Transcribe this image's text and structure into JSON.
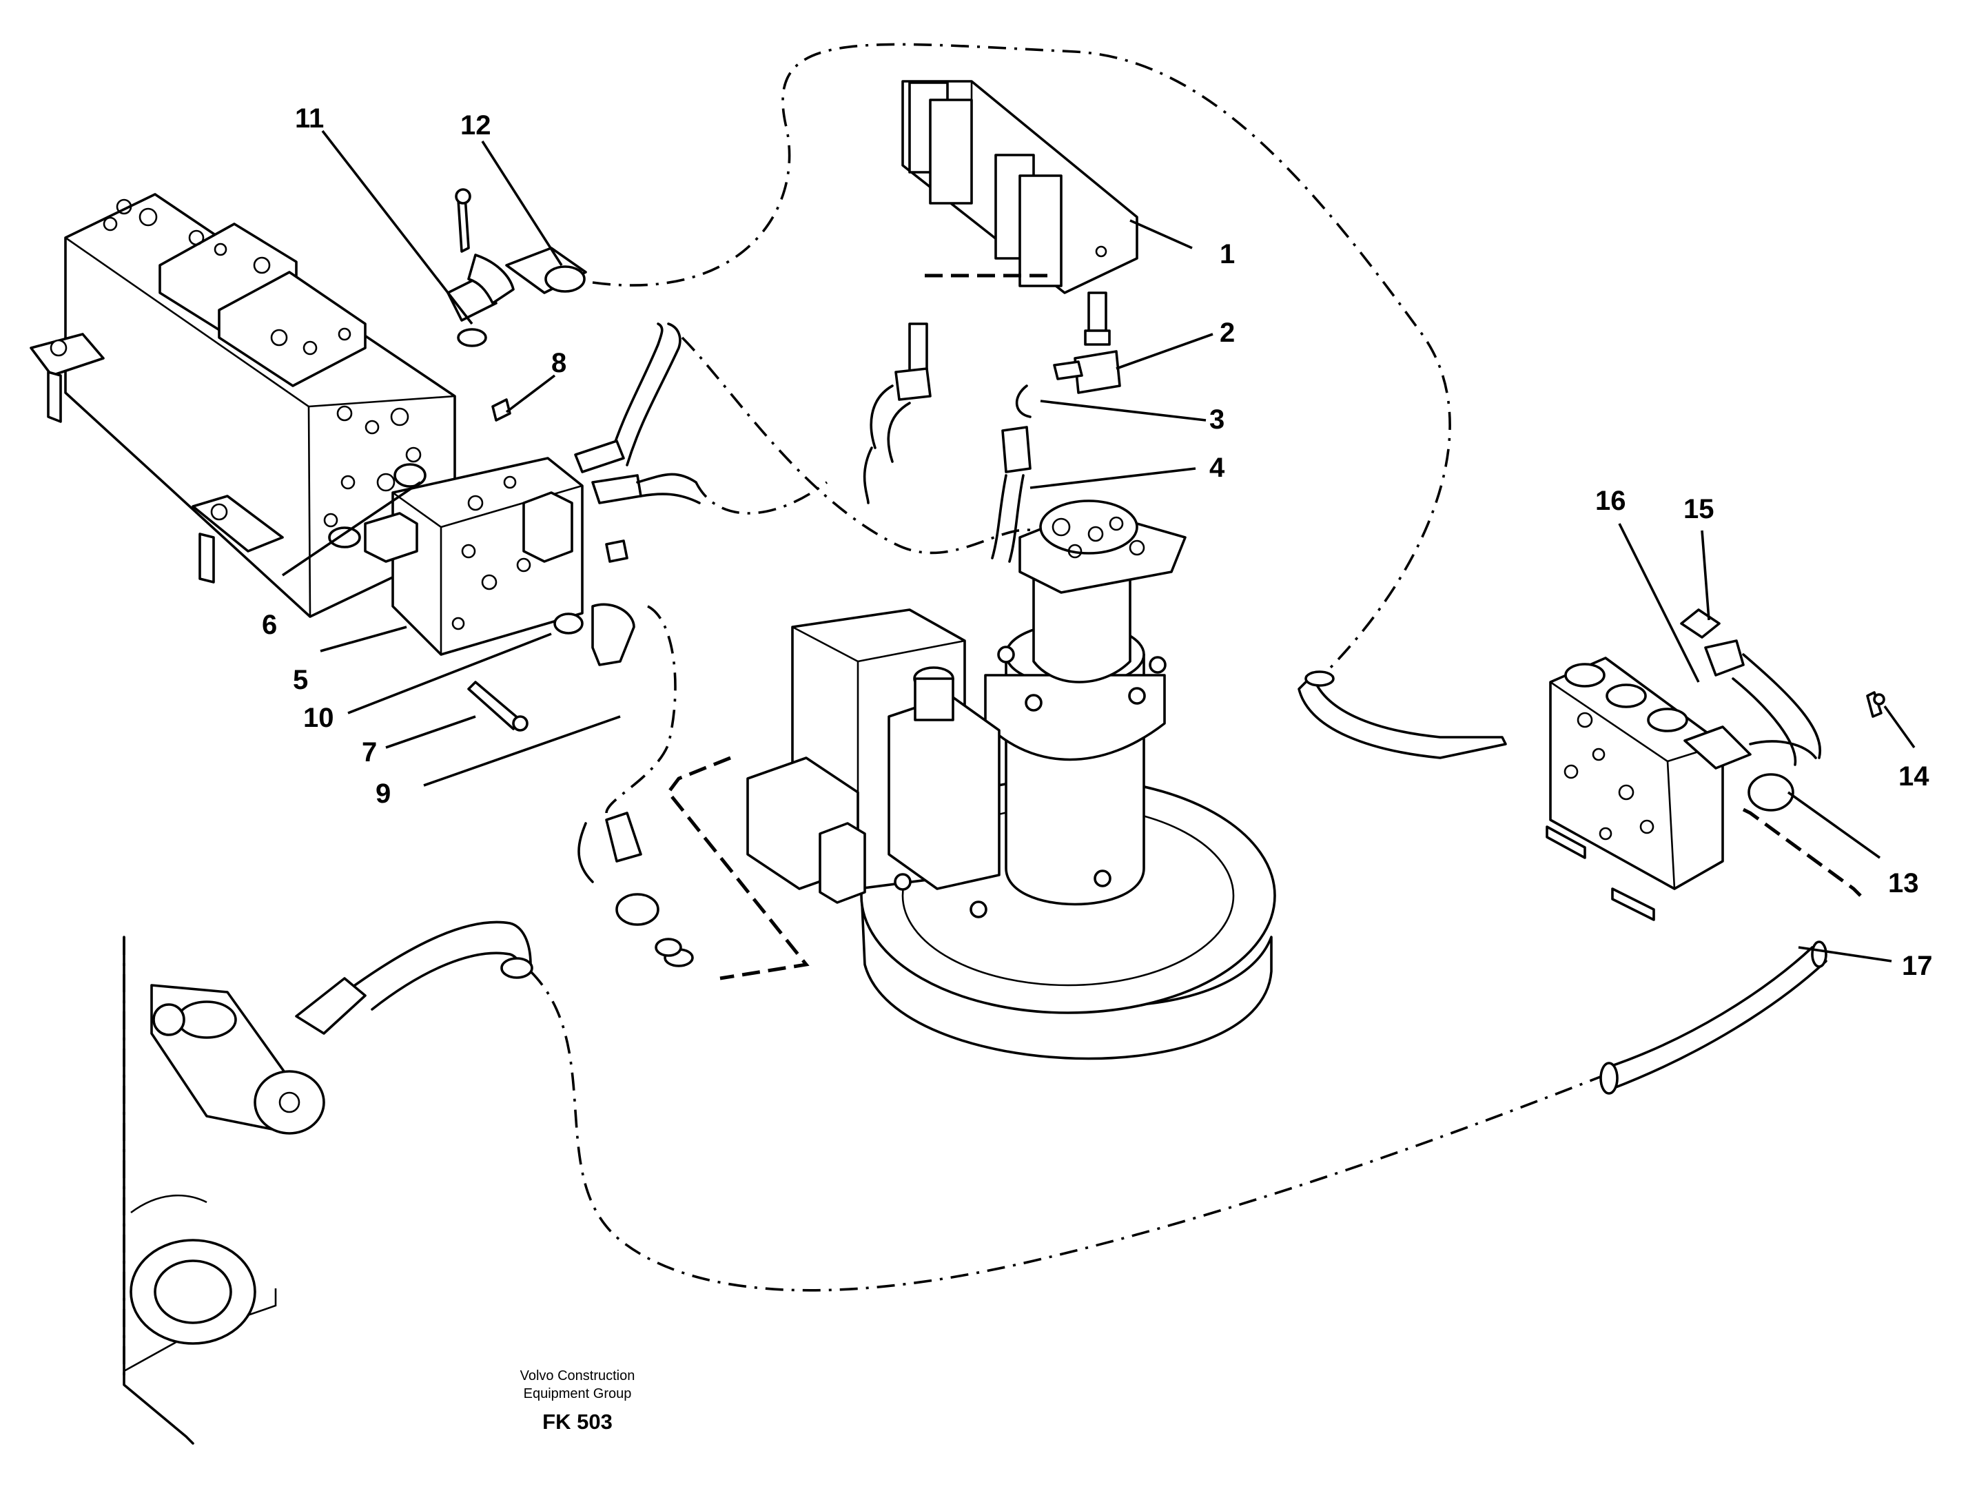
{
  "callouts": [
    {
      "number": "1"
    },
    {
      "number": "2"
    },
    {
      "number": "3"
    },
    {
      "number": "4"
    },
    {
      "number": "5"
    },
    {
      "number": "6"
    },
    {
      "number": "7"
    },
    {
      "number": "8"
    },
    {
      "number": "9"
    },
    {
      "number": "10"
    },
    {
      "number": "11"
    },
    {
      "number": "12"
    },
    {
      "number": "13"
    },
    {
      "number": "14"
    },
    {
      "number": "15"
    },
    {
      "number": "16"
    },
    {
      "number": "17"
    }
  ],
  "footer": {
    "company_line1": "Volvo Construction",
    "company_line2": "Equipment Group",
    "drawing_code": "FK 503"
  }
}
